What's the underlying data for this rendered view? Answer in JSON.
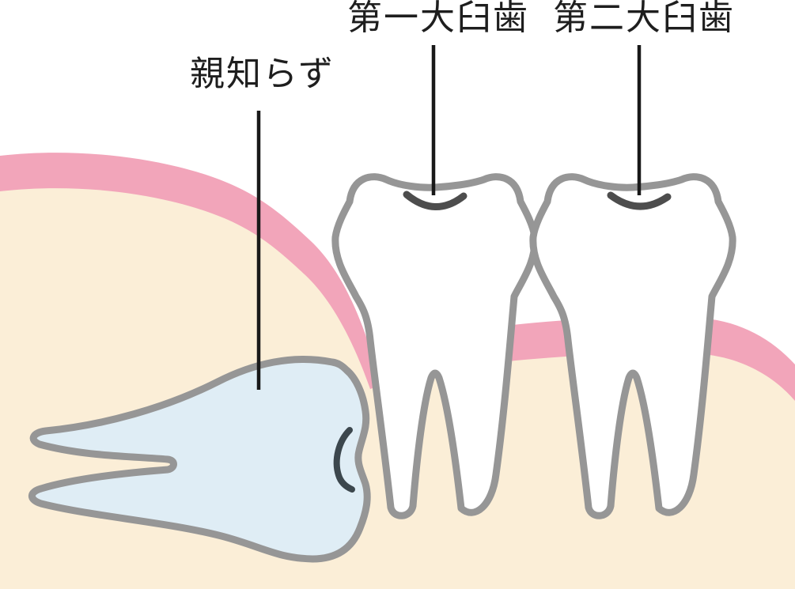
{
  "illustration": {
    "labels": {
      "first_molar": "第一大臼歯",
      "second_molar": "第二大臼歯",
      "wisdom_tooth": "親知らず"
    },
    "colors": {
      "background_white": "#ffffff",
      "gum_pink": "#f2a5ba",
      "bone_beige": "#fbeed7",
      "wisdom_tooth_blue": "#dfedf5",
      "tooth_white": "#ffffff",
      "tooth_outline_gray": "#969696",
      "groove_dark": "#4d4d4d",
      "wisdom_groove_dark": "#3c474d",
      "leader_line_black": "#191919"
    }
  }
}
